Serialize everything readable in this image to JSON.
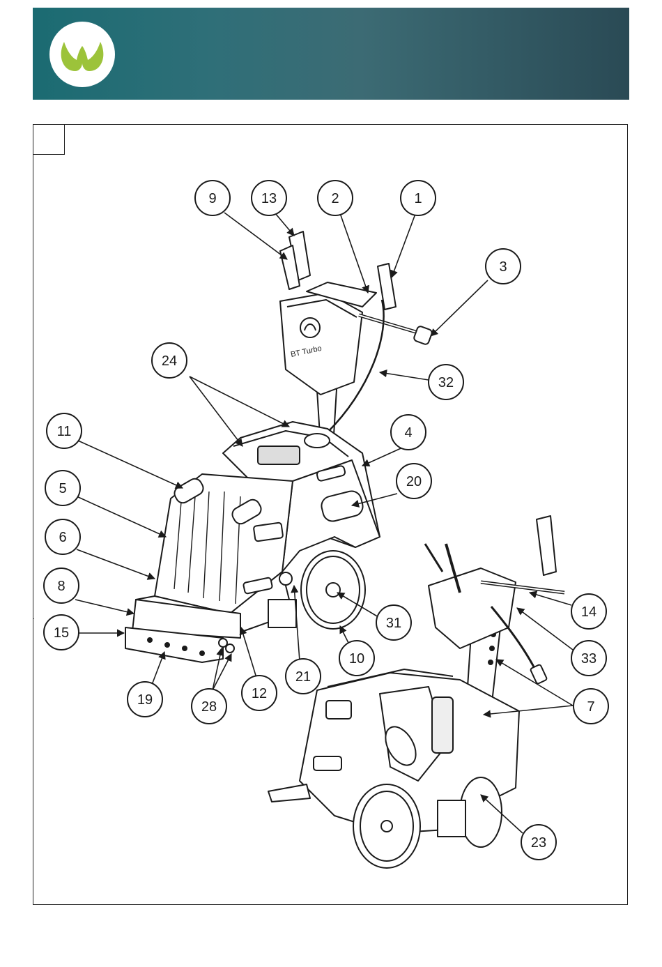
{
  "header": {
    "logo_icon": "leaf-w-logo-icon",
    "gradient_start": "#1b6b72",
    "gradient_end": "#2a4a55",
    "logo_color": "#9cc33a"
  },
  "frame": {
    "tab_label": ""
  },
  "stray_mark": ".",
  "callouts": [
    {
      "id": "9",
      "label": "9"
    },
    {
      "id": "13",
      "label": "13"
    },
    {
      "id": "2",
      "label": "2"
    },
    {
      "id": "1",
      "label": "1"
    },
    {
      "id": "3",
      "label": "3"
    },
    {
      "id": "24",
      "label": "24"
    },
    {
      "id": "32",
      "label": "32"
    },
    {
      "id": "11",
      "label": "11"
    },
    {
      "id": "4",
      "label": "4"
    },
    {
      "id": "20",
      "label": "20"
    },
    {
      "id": "5",
      "label": "5"
    },
    {
      "id": "6",
      "label": "6"
    },
    {
      "id": "8",
      "label": "8"
    },
    {
      "id": "31",
      "label": "31"
    },
    {
      "id": "14",
      "label": "14"
    },
    {
      "id": "15",
      "label": "15"
    },
    {
      "id": "10",
      "label": "10"
    },
    {
      "id": "33",
      "label": "33"
    },
    {
      "id": "21",
      "label": "21"
    },
    {
      "id": "12",
      "label": "12"
    },
    {
      "id": "19",
      "label": "19"
    },
    {
      "id": "28",
      "label": "28"
    },
    {
      "id": "7",
      "label": "7"
    },
    {
      "id": "23",
      "label": "23"
    }
  ],
  "machine_brand_text": "BT Turbo"
}
